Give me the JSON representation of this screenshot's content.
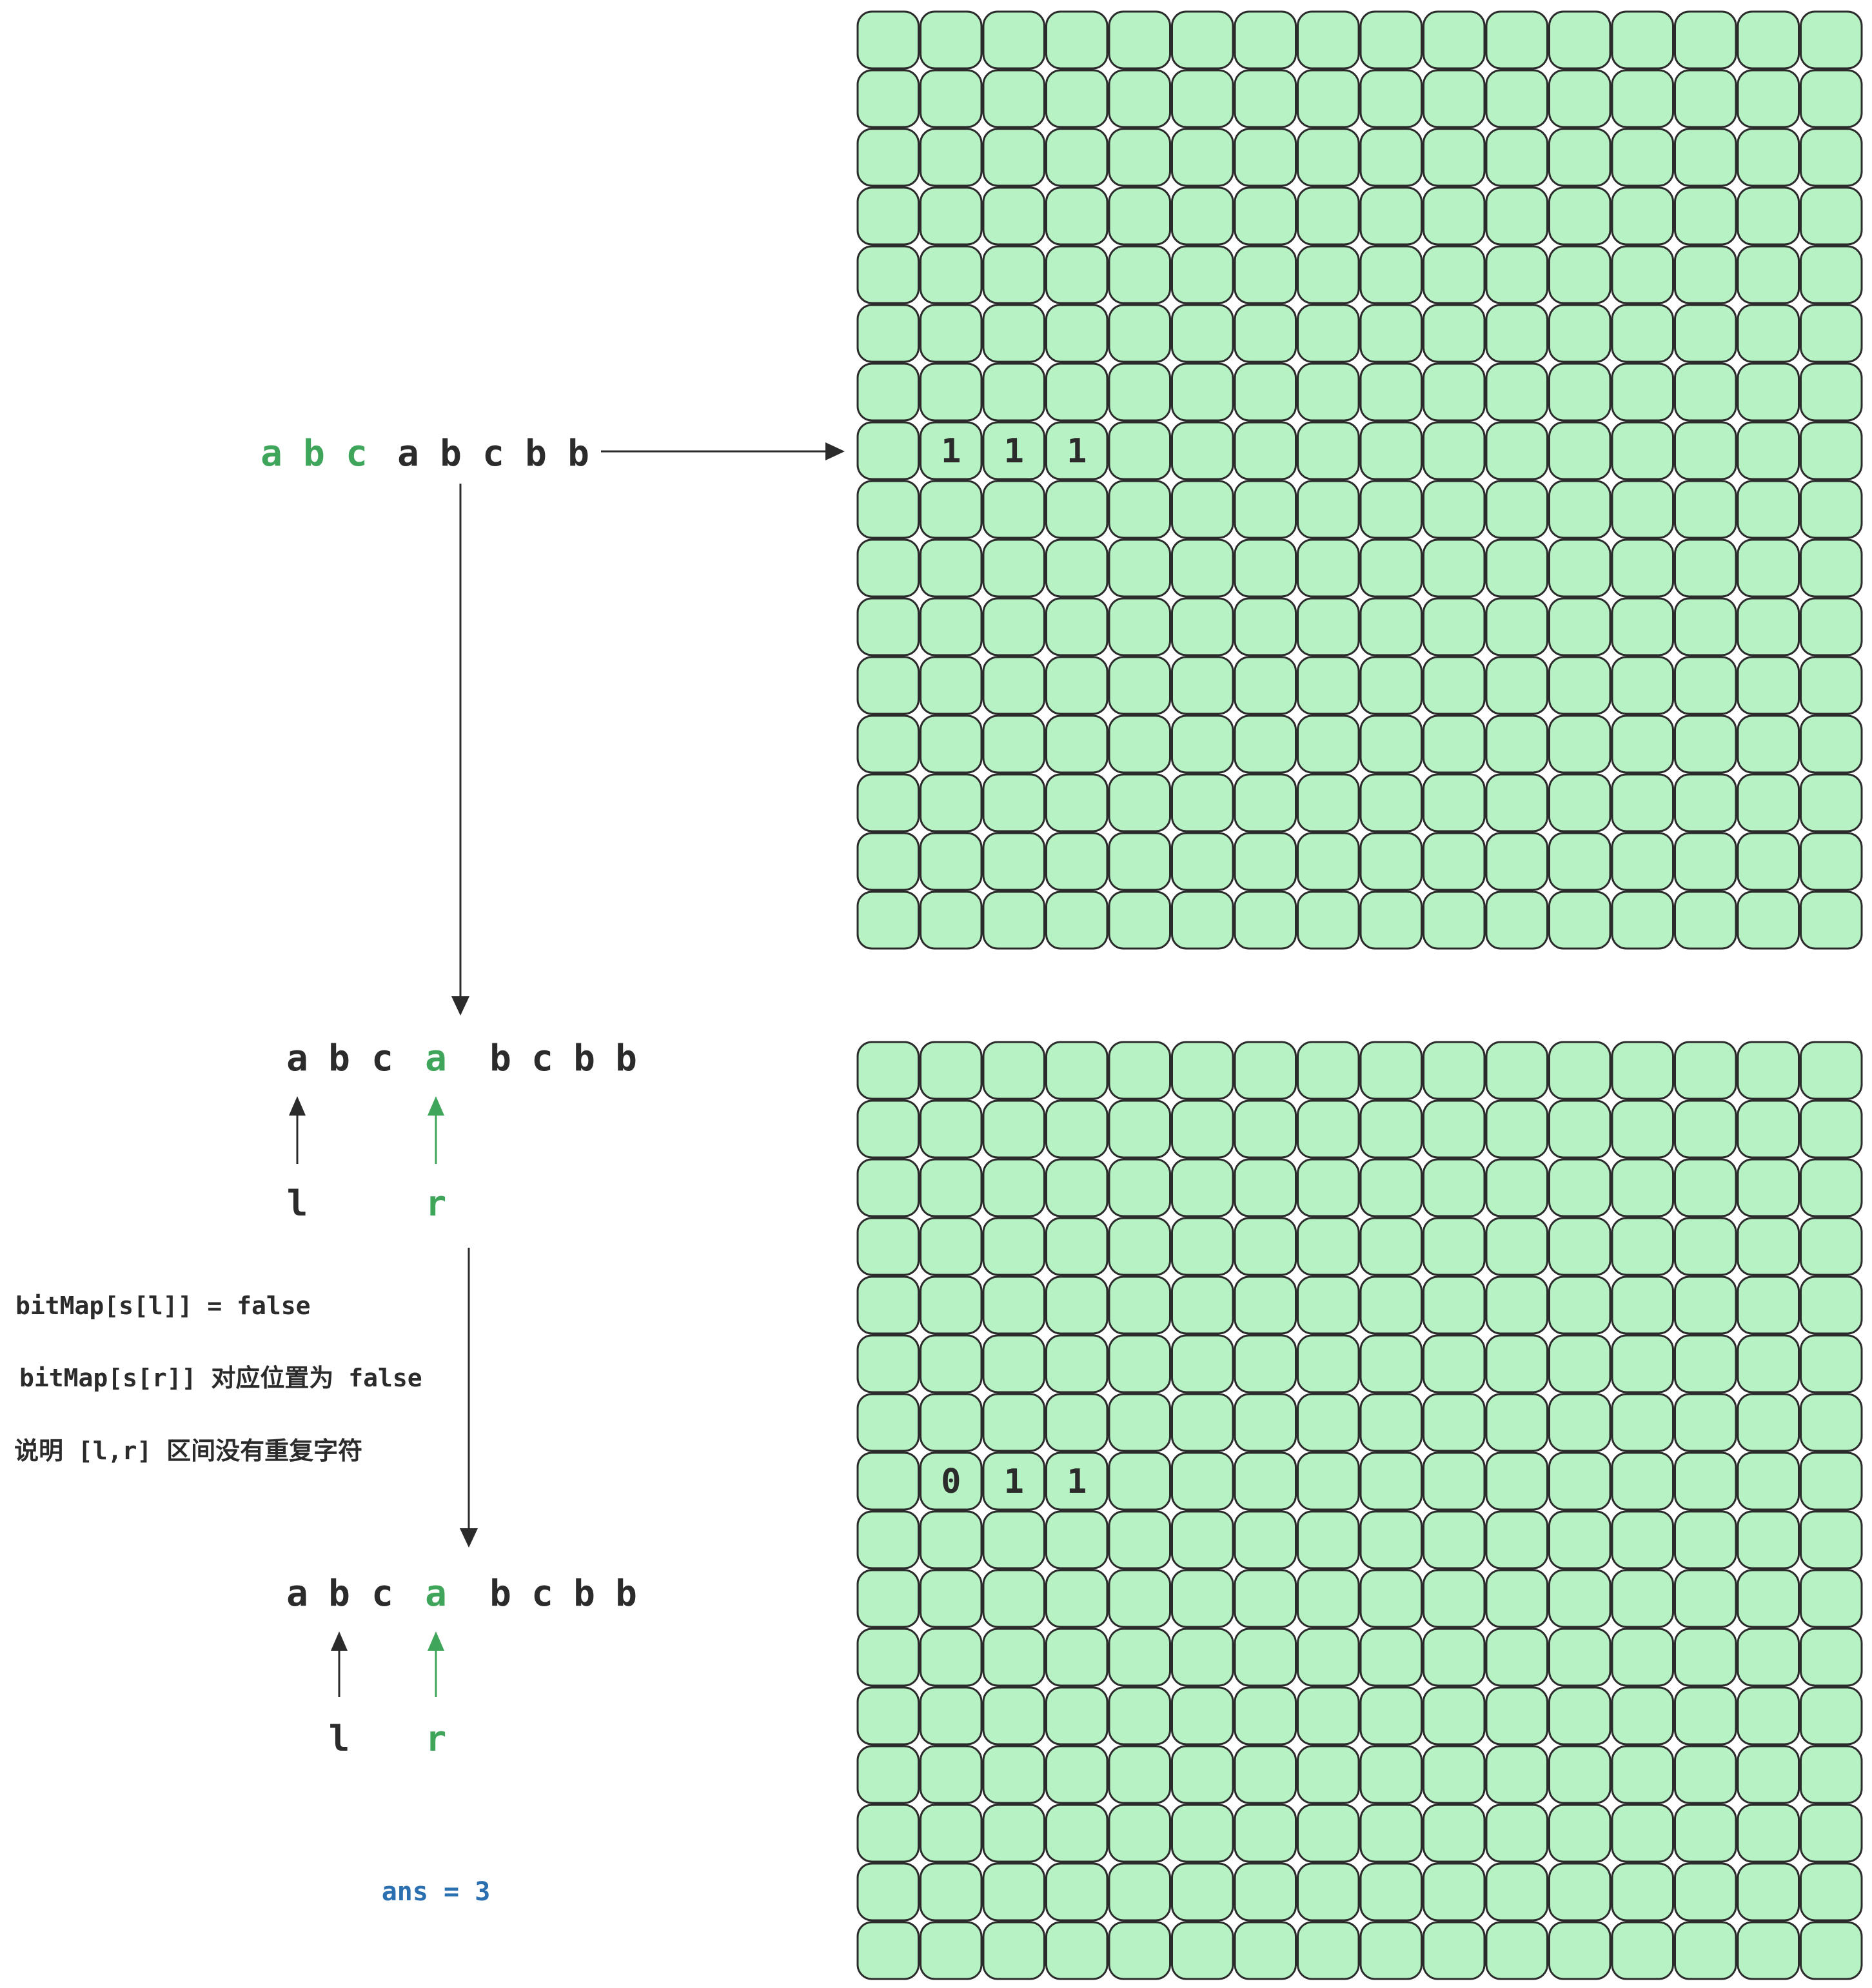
{
  "colors": {
    "green": "#3fa55a",
    "dark": "#2b2b2b",
    "cell_fill": "#b6f2c4",
    "cell_stroke": "#2b2b2b",
    "blue": "#2a6fb0"
  },
  "top": {
    "string_chars": [
      "a",
      "b",
      "c",
      "a",
      "b",
      "c",
      "b",
      "b"
    ],
    "highlight": [
      0,
      1,
      2
    ]
  },
  "middle": {
    "string_chars": [
      "a",
      "b",
      "c",
      "a",
      "b",
      "c",
      "b",
      "b"
    ],
    "highlight": [
      3
    ],
    "l_label": "l",
    "r_label": "r"
  },
  "bottom": {
    "string_chars": [
      "a",
      "b",
      "c",
      "a",
      "b",
      "c",
      "b",
      "b"
    ],
    "highlight": [
      3
    ],
    "l_label": "l",
    "r_label": "r"
  },
  "notes": {
    "line1": "bitMap[s[l]] = false",
    "line2": "bitMap[s[r]] 对应位置为 false",
    "line3": "说明 [l,r] 区间没有重复字符"
  },
  "answer": "ans = 3",
  "grid_top": {
    "rows": 16,
    "cols": 16,
    "marked_row": 7,
    "values": [
      "1",
      "1",
      "1"
    ]
  },
  "grid_bottom": {
    "rows": 16,
    "cols": 16,
    "marked_row": 7,
    "values": [
      "0",
      "1",
      "1"
    ]
  }
}
